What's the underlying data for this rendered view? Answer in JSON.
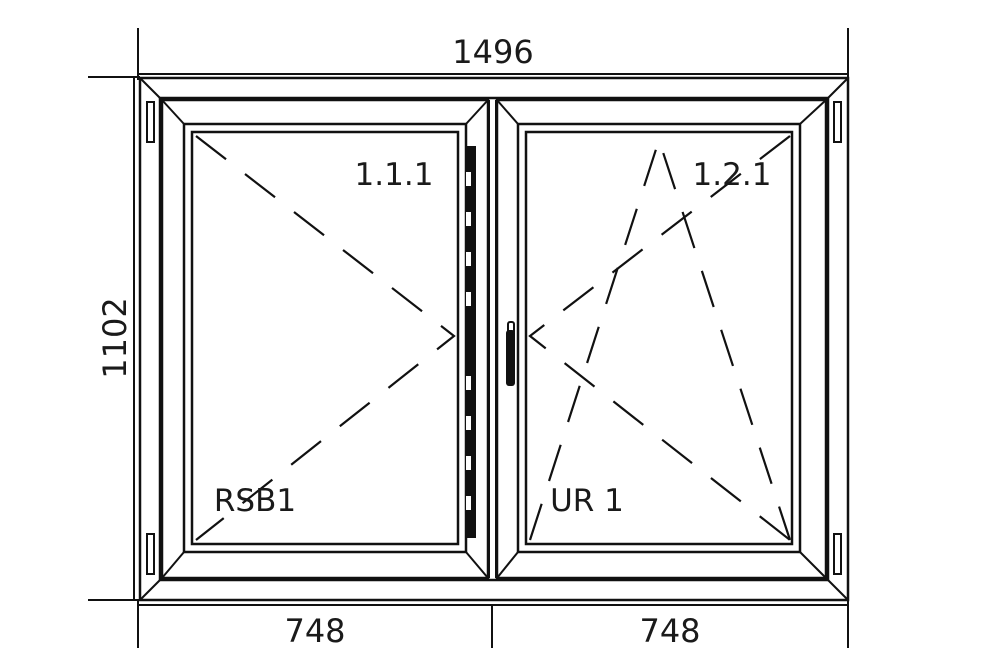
{
  "dimensions": {
    "overall_width": "1496",
    "overall_height": "1102",
    "left_sash_width": "748",
    "right_sash_width": "748"
  },
  "sashes": [
    {
      "id": "1.1.1",
      "type": "RSB1"
    },
    {
      "id": "1.2.1",
      "type": "UR 1"
    }
  ],
  "colors": {
    "line": "#111111",
    "background": "#ffffff"
  }
}
